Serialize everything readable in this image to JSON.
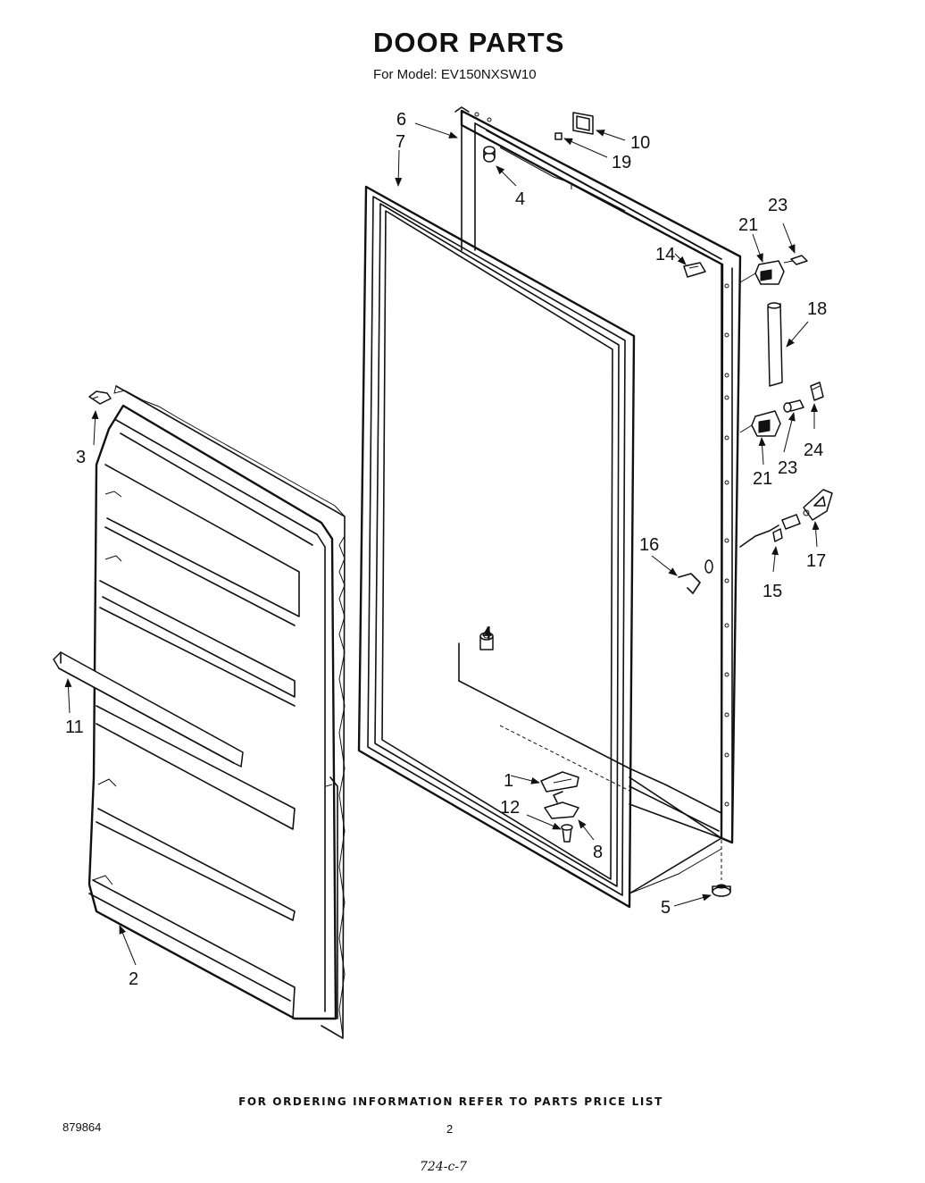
{
  "title": "DOOR PARTS",
  "subtitle": "For Model: EV150NXSW10",
  "footer_note": "FOR ORDERING INFORMATION REFER TO PARTS PRICE LIST",
  "doc_number": "879864",
  "page_number": "2",
  "handwritten_code": "724-c-7",
  "callouts": {
    "c1": "1",
    "c2": "2",
    "c3": "3",
    "c4a": "4",
    "c4b": "4",
    "c5": "5",
    "c6": "6",
    "c7": "7",
    "c8": "8",
    "c10": "10",
    "c11": "11",
    "c12": "12",
    "c14": "14",
    "c15": "15",
    "c16": "16",
    "c17": "17",
    "c18": "18",
    "c19": "19",
    "c21a": "21",
    "c21b": "21",
    "c23a": "23",
    "c23b": "23",
    "c24": "24"
  }
}
